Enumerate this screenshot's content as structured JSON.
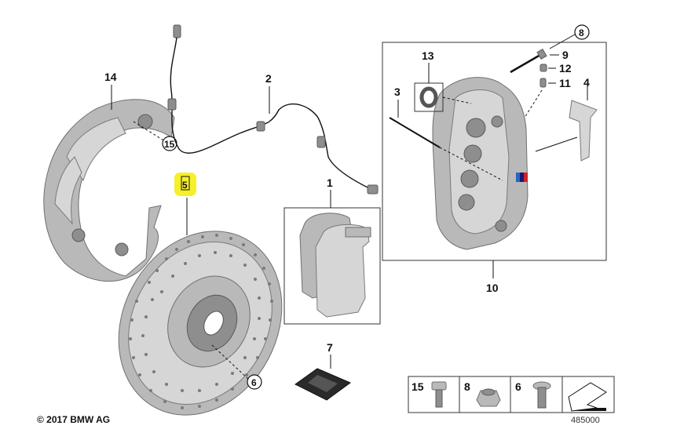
{
  "copyright": "© 2017 BMW AG",
  "diagram_number": "485000",
  "callouts": {
    "brake_pads": "1",
    "wear_sensor": "2",
    "guide_pin": "3",
    "spring_clip": "4",
    "brake_disc_highlight": "5",
    "disc_screw": "6",
    "grease_packet": "7",
    "caliper_bolt": "8",
    "bleed_cap": "9",
    "caliper": "10",
    "bleed_screw": "11",
    "bleed_nipple": "12",
    "seal_ring": "13",
    "protection_plate": "14",
    "plate_screw": "15"
  },
  "hardware_strip": {
    "item_1": "15",
    "item_2": "8",
    "item_3": "6"
  },
  "colors": {
    "highlight": "#f6ef2a",
    "part_fill": "#b9b9b9",
    "m_logo_blue": "#2a64c8",
    "m_logo_red": "#d4202a"
  }
}
